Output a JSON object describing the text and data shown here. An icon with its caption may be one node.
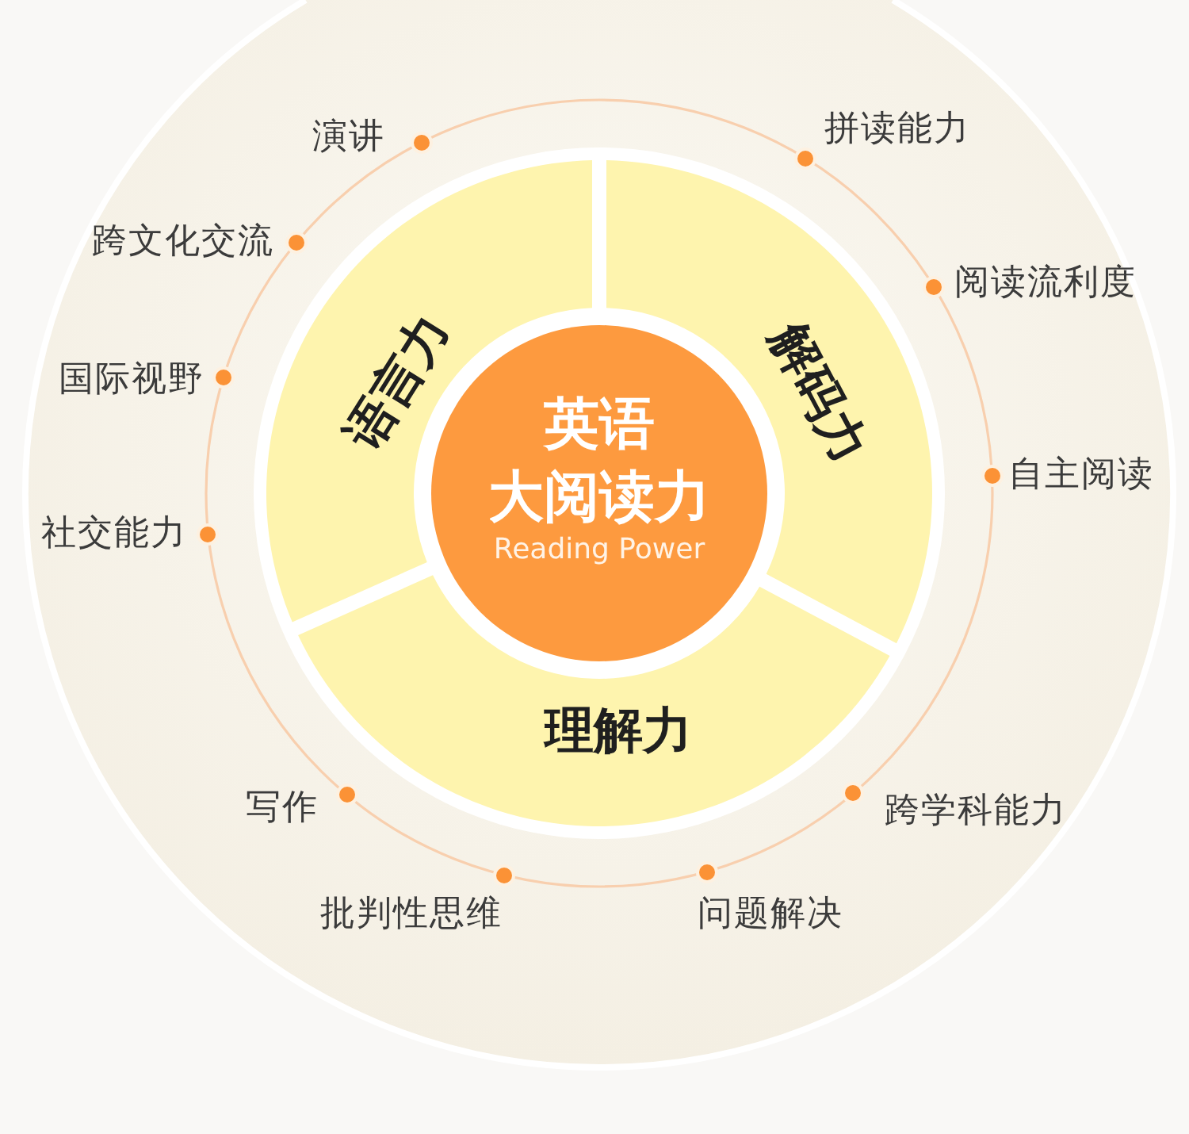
{
  "diagram": {
    "nodes": [
      {
        "text": [
          "英语大阅读力",
          "Reading Power"
        ]
      },
      {
        "text": [
          "语言力"
        ],
        "beside": [
          "演讲",
          "跨文化交流",
          "国际视野",
          "社交能力"
        ]
      },
      {
        "text": [
          "解码力"
        ],
        "beside": [
          "拼读能力",
          "阅读流利度",
          "自主阅读"
        ]
      },
      {
        "text": [
          "理解力"
        ],
        "beside": [
          "写作",
          "跨学科能力",
          "批判性思维",
          "问题解决"
        ]
      }
    ]
  }
}
